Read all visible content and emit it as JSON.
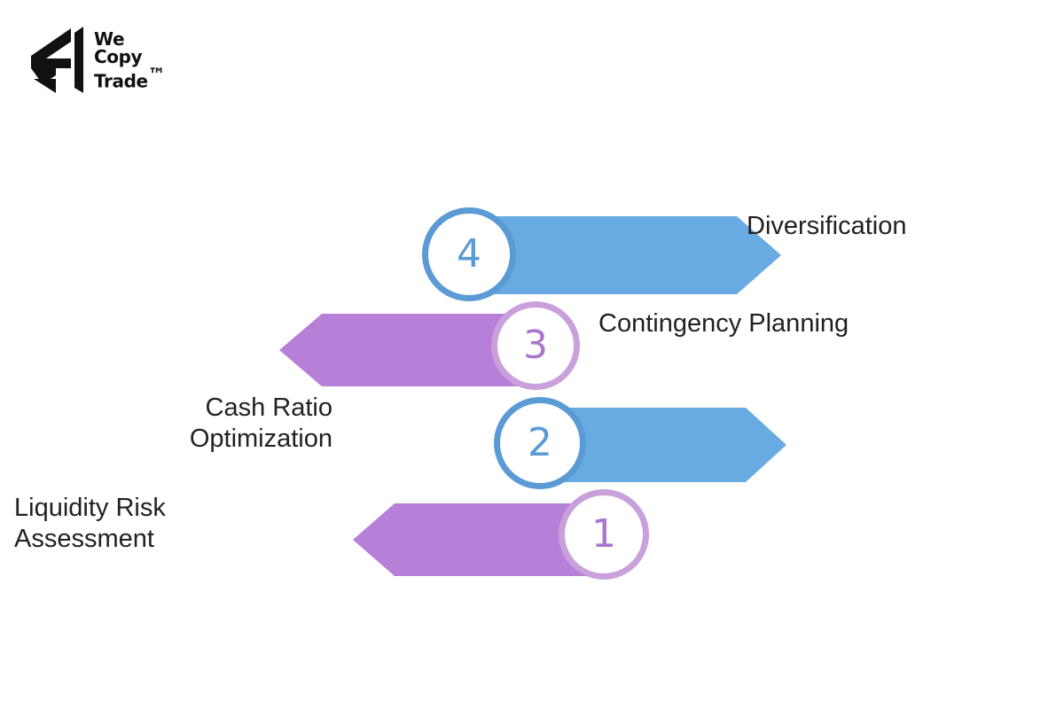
{
  "brand": {
    "name_line1": "We",
    "name_line2": "Copy",
    "name_line3": "Trade",
    "trademark": "™",
    "mark_icon": "chevron-arrow-logo-mark"
  },
  "infographic": {
    "background_color": "#FFFFFF",
    "type": "zigzag-arrow-process",
    "colors": {
      "blue_fill": "#68ABE3",
      "blue_ring": "#5B9BD5",
      "purple_fill": "#B87FD9",
      "purple_ring": "#C9A0DC",
      "purple_number": "#A977CC",
      "text": "#231F20"
    },
    "steps": [
      {
        "number": "1",
        "label": "Liquidity Risk\nAssessment",
        "color": "purple",
        "arrow_direction": "left",
        "badge_side": "right",
        "label_align": "left"
      },
      {
        "number": "2",
        "label": "Cash Ratio\nOptimization",
        "color": "blue",
        "arrow_direction": "right",
        "badge_side": "left",
        "label_align": "right"
      },
      {
        "number": "3",
        "label": "Contingency Planning",
        "color": "purple",
        "arrow_direction": "left",
        "badge_side": "right",
        "label_align": "left"
      },
      {
        "number": "4",
        "label": "Diversification",
        "color": "blue",
        "arrow_direction": "right",
        "badge_side": "left",
        "label_align": "left"
      }
    ]
  }
}
